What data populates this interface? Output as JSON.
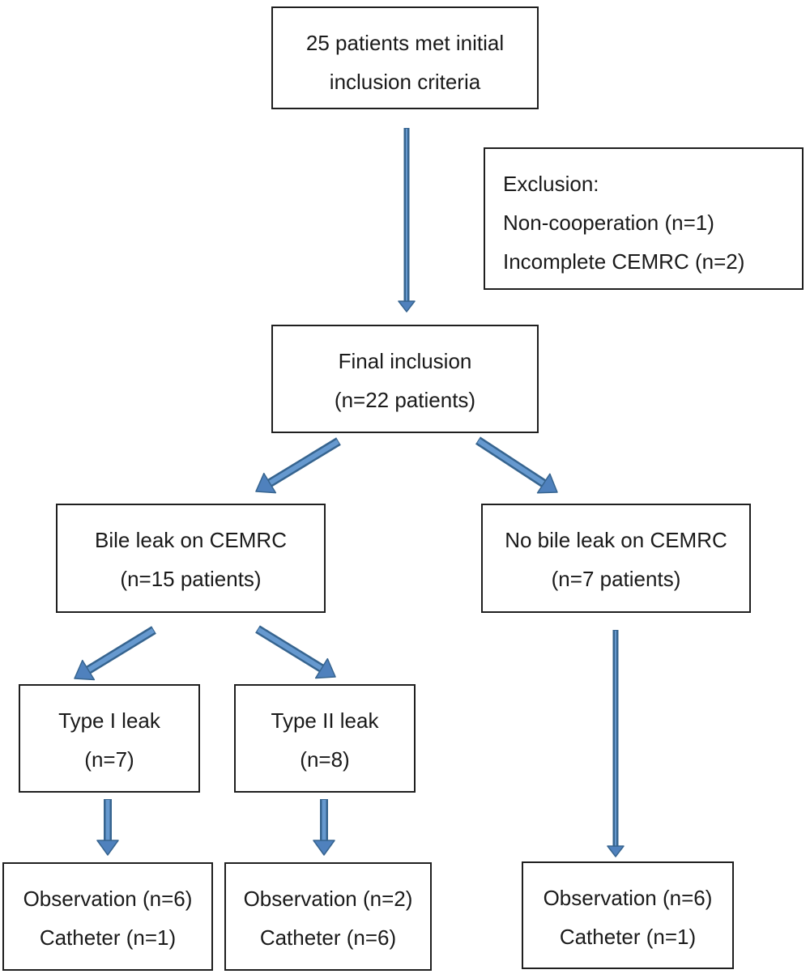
{
  "diagram": {
    "type": "flowchart",
    "description": "Patient inclusion and bile leak outcome flow diagram",
    "arrow_colors": {
      "dark": "#36648f",
      "mid": "#4f81bd",
      "light": "#6699cf"
    },
    "box_border_color": "#1f1f1f",
    "nodes": {
      "initial": {
        "lines": [
          "25 patients met initial",
          "inclusion criteria"
        ]
      },
      "exclusion": {
        "lines": [
          "Exclusion:",
          "Non-cooperation (n=1)",
          "Incomplete CEMRC (n=2)"
        ]
      },
      "final": {
        "lines": [
          "Final inclusion",
          "(n=22 patients)"
        ]
      },
      "bile_leak": {
        "lines": [
          "Bile leak on CEMRC",
          "(n=15 patients)"
        ]
      },
      "no_bile_leak": {
        "lines": [
          "No bile leak on CEMRC",
          "(n=7 patients)"
        ]
      },
      "type1": {
        "lines": [
          "Type I leak",
          "(n=7)"
        ]
      },
      "type2": {
        "lines": [
          "Type II leak",
          "(n=8)"
        ]
      },
      "outcome_type1": {
        "lines": [
          "Observation (n=6)",
          "Catheter (n=1)"
        ]
      },
      "outcome_type2": {
        "lines": [
          "Observation (n=2)",
          "Catheter (n=6)"
        ]
      },
      "outcome_no_leak": {
        "lines": [
          "Observation (n=6)",
          "Catheter (n=1)"
        ]
      }
    },
    "edges": [
      {
        "from": "initial",
        "to": "final"
      },
      {
        "from": "final",
        "to": "bile_leak"
      },
      {
        "from": "final",
        "to": "no_bile_leak"
      },
      {
        "from": "bile_leak",
        "to": "type1"
      },
      {
        "from": "bile_leak",
        "to": "type2"
      },
      {
        "from": "type1",
        "to": "outcome_type1"
      },
      {
        "from": "type2",
        "to": "outcome_type2"
      },
      {
        "from": "no_bile_leak",
        "to": "outcome_no_leak"
      }
    ]
  }
}
